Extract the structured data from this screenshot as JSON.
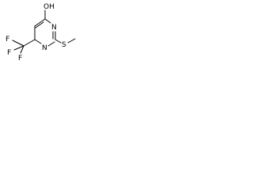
{
  "molecule": {
    "atoms": {
      "hydroxyl": "OH",
      "ring_nitrogen_top": "N",
      "ring_nitrogen_bottom": "N",
      "thioether_sulfur": "S",
      "fluorine_1": "F",
      "fluorine_2": "F",
      "fluorine_3": "F"
    }
  },
  "colors": {
    "line": "#000000",
    "background": "#ffffff"
  }
}
